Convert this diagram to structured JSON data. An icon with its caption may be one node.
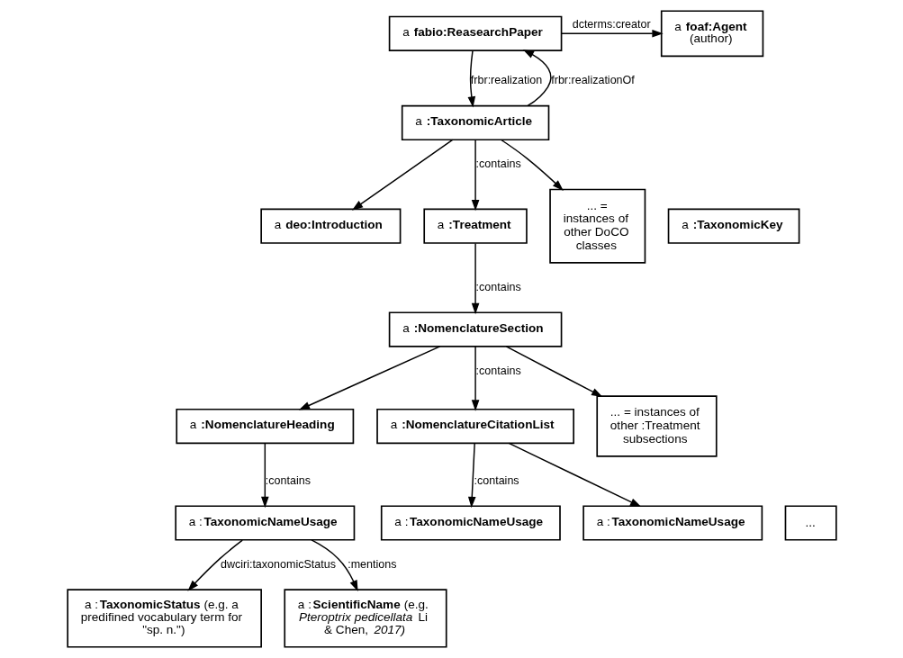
{
  "diagram": {
    "nodes": [
      {
        "text": [
          "a **fabio:ReasearchPaper**"
        ]
      },
      {
        "text": [
          "a **foaf:Agent**",
          "(author)"
        ]
      },
      {
        "text": [
          "a **:TaxonomicArticle**"
        ]
      },
      {
        "text": [
          "a **deo:Introduction**"
        ]
      },
      {
        "text": [
          "a **:Treatment**"
        ]
      },
      {
        "text": [
          "a **:TaxonomicKey**"
        ]
      },
      {
        "text": [
          "... = instances of other DoCO classes"
        ]
      },
      {
        "text": [
          "a **:NomenclatureSection**"
        ]
      },
      {
        "text": [
          "a **:NomenclatureHeading**"
        ]
      },
      {
        "text": [
          "a **:NomenclatureCitationList**"
        ]
      },
      {
        "text": [
          "... = instances of other :Treatment subsections"
        ]
      },
      {
        "text": [
          "a :**TaxonomicNameUsage**"
        ]
      },
      {
        "text": [
          "a :**TaxonomicNameUsage**"
        ]
      },
      {
        "text": [
          "a :**TaxonomicNameUsage**"
        ]
      },
      {
        "text": [
          "..."
        ]
      },
      {
        "text": [
          "a :**TaxonomicStatus** (e.g. a predifined vocabulary term for \"sp. n.\")"
        ]
      },
      {
        "text": [
          "a :**ScientificName** (e.g. *Pteroptrix pedicellata* Li & Chen, *2017)*"
        ]
      }
    ],
    "edges": [
      {
        "from": 0,
        "to": 1,
        "label": "dcterms:creator",
        "arrow": "to"
      },
      {
        "from": 2,
        "to": 0,
        "label": "frbr:realizationOf",
        "arrow": "to"
      },
      {
        "from": 0,
        "to": 2,
        "label": "frbr:realization",
        "arrow": "to"
      },
      {
        "from": 2,
        "to": 3,
        "arrow": "to"
      },
      {
        "from": 2,
        "to": 4,
        "label": ":contains",
        "arrow": "to"
      },
      {
        "from": 2,
        "to": 6,
        "arrow": "to"
      },
      {
        "from": 4,
        "to": 7,
        "label": ":contains",
        "arrow": "to"
      },
      {
        "from": 7,
        "to": 8,
        "arrow": "to"
      },
      {
        "from": 7,
        "to": 9,
        "label": ":contains",
        "arrow": "to"
      },
      {
        "from": 7,
        "to": 10,
        "arrow": "to"
      },
      {
        "from": 8,
        "to": 11,
        "label": ":contains",
        "arrow": "to"
      },
      {
        "from": 9,
        "to": 12,
        "label": ":contains",
        "arrow": "to"
      },
      {
        "from": 9,
        "to": 13,
        "arrow": "to"
      },
      {
        "from": 11,
        "to": 15,
        "label": "dwciri:taxonomicStatus",
        "arrow": "to"
      },
      {
        "from": 11,
        "to": 16,
        "label": ":mentions",
        "arrow": "to"
      }
    ]
  }
}
